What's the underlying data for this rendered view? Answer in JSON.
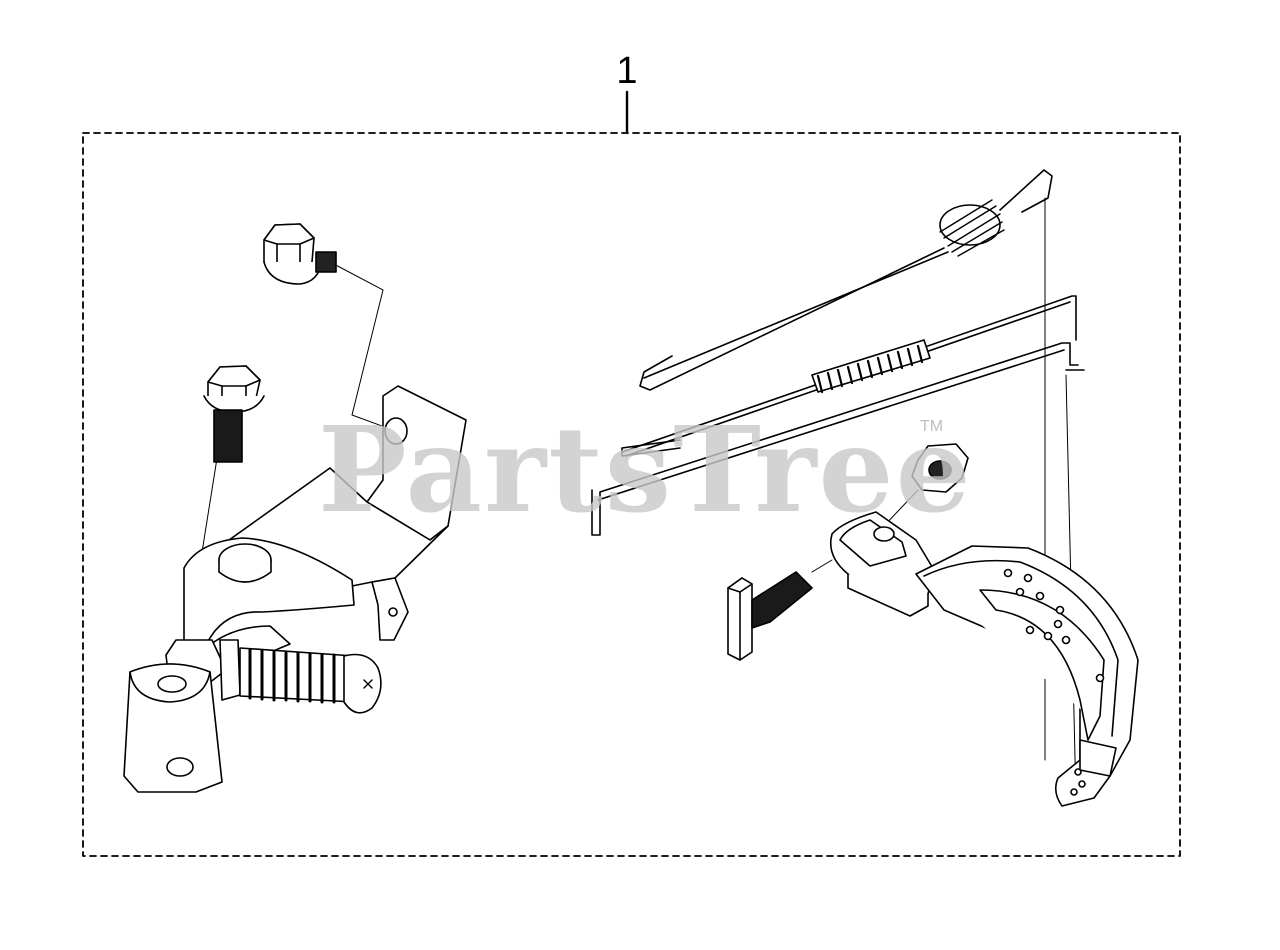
{
  "diagram": {
    "callout_number": "1",
    "watermark": "PartsTree",
    "watermark_mark": "TM",
    "colors": {
      "line": "#000000",
      "fill": "#ffffff",
      "watermark": "#c9c9c9"
    }
  }
}
